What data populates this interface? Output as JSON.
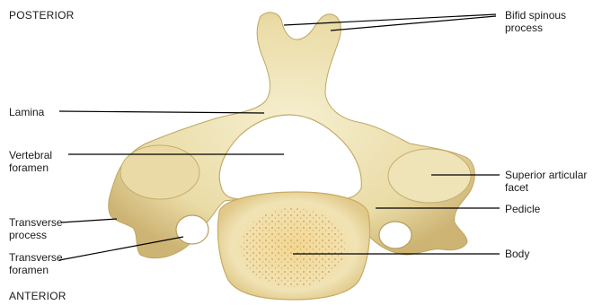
{
  "orientation": {
    "top": "POSTERIOR",
    "bottom": "ANTERIOR"
  },
  "labels": {
    "bifid_spinous_process": [
      "Bifid spinous",
      "process"
    ],
    "lamina": "Lamina",
    "vertebral_foramen": [
      "Vertebral",
      "foramen"
    ],
    "transverse_process": [
      "Transverse",
      "process"
    ],
    "transverse_foramen": [
      "Transverse",
      "foramen"
    ],
    "superior_articular_facet": [
      "Superior articular",
      "facet"
    ],
    "pedicle": "Pedicle",
    "body": "Body"
  },
  "colors": {
    "bone_light": "#f2e7bd",
    "bone_mid": "#e6d59a",
    "bone_shadow": "#c9b06a",
    "body_center": "#f0d99a",
    "body_dots": "#c79a5a",
    "leader_line": "#000000"
  }
}
